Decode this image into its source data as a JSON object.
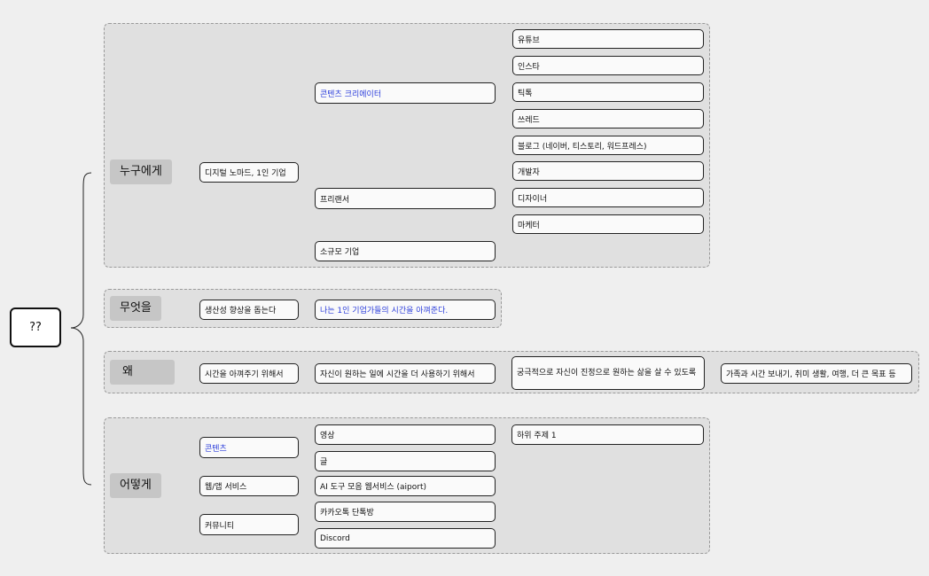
{
  "root": "??",
  "categories": {
    "who": "누구에게",
    "what": "무엇을",
    "why": "왜",
    "how": "어떻게"
  },
  "who": {
    "main": "디지털 노마드, 1인 기업",
    "creator": "콘텐츠 크리에이터",
    "freelancer": "프리랜서",
    "small_business": "소규모 기업",
    "creator_children": [
      "유튜브",
      "인스타",
      "틱톡",
      "쓰레드",
      "블로그 (네이버, 티스토리, 워드프레스)"
    ],
    "freelancer_children": [
      "개발자",
      "디자이너",
      "마케터"
    ]
  },
  "what": {
    "main": "생산성 향상을 돕는다",
    "detail": "나는 1인 기업가들의 시간을 아껴준다."
  },
  "why": {
    "chain": [
      "시간을 아껴주기 위해서",
      "자신이 원하는 일에 시간을 더 사용하기 위해서",
      "궁극적으로 자신이 진정으로 원하는 삶을 살 수 있도록",
      "가족과 시간 보내기, 취미 생활, 여행, 더 큰 목표 등"
    ]
  },
  "how": {
    "content": "콘텐츠",
    "content_children": [
      "영상",
      "글"
    ],
    "subtopic": "하위 주제 1",
    "webapp": "웹/앱 서비스",
    "webapp_child": "AI 도구 모음 웹서비스 (aiport)",
    "community": "커뮤니티",
    "community_children": [
      "카카오톡 단톡방",
      "Discord"
    ]
  },
  "colors": {
    "highlight_text": "#2b3ddb",
    "group_bg": "#e0e0e0",
    "category_bg": "#c6c6c6"
  }
}
